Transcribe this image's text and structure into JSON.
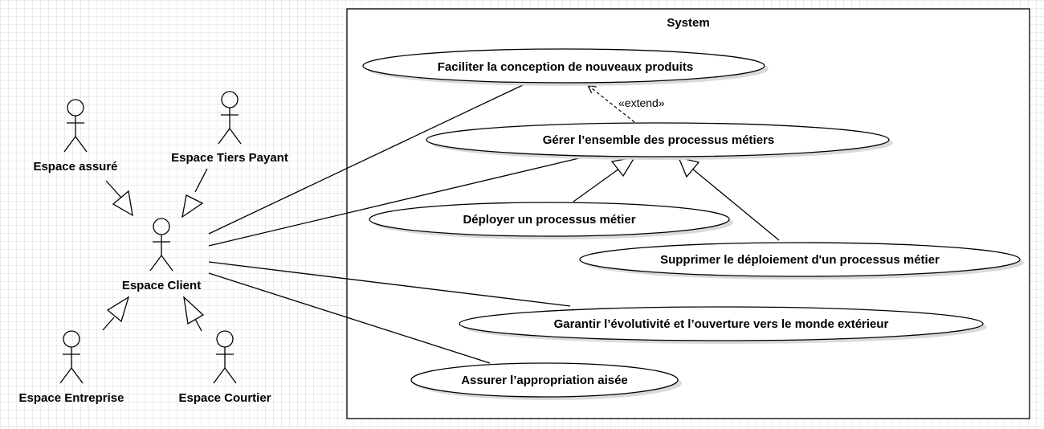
{
  "system": {
    "title": "System"
  },
  "actors": {
    "assure": "Espace assuré",
    "tiers_payant": "Espace Tiers Payant",
    "client": "Espace Client",
    "entreprise": "Espace Entreprise",
    "courtier": "Espace Courtier"
  },
  "use_cases": {
    "faciliter": "Faciliter la conception de nouveaux produits",
    "gerer": "Gérer l’ensemble des processus métiers",
    "deployer": "Déployer un processus métier",
    "supprimer": "Supprimer le déploiement d'un processus métier",
    "garantir": "Garantir l’évolutivité et l’ouverture vers le monde extérieur",
    "assurer": "Assurer l’appropriation aisée"
  },
  "relations": {
    "extend_label": "«extend»"
  }
}
